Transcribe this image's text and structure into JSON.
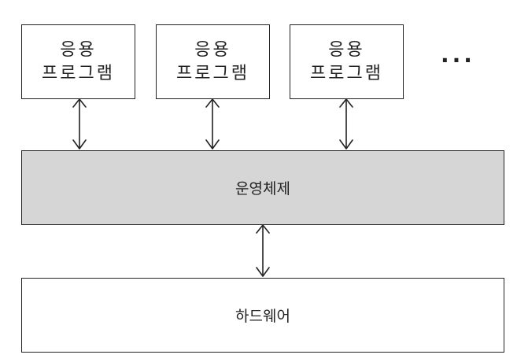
{
  "colors": {
    "stroke": "#222222",
    "os_fill": "#d6d6d6",
    "background": "#ffffff"
  },
  "apps": [
    {
      "line1": "응용",
      "line2": "프로그램"
    },
    {
      "line1": "응용",
      "line2": "프로그램"
    },
    {
      "line1": "응용",
      "line2": "프로그램"
    }
  ],
  "ellipsis": "···",
  "os": {
    "label": "운영체제"
  },
  "hardware": {
    "label": "하드웨어"
  }
}
